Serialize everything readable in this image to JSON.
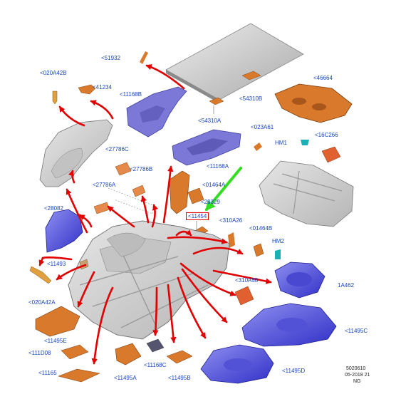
{
  "labels": {
    "l51932": "<51932",
    "l020A42B": "<020A42B",
    "l41234": "<41234",
    "l11168B": "<11168B",
    "l54310B": "<54310B",
    "l54310A": "<54310A",
    "l46664": "<46664",
    "l023A61": "<023A61",
    "lHM1": "HM1",
    "l16C266": "<16C266",
    "l27786C": "<27786C",
    "l27786B": "<27786B",
    "l27786A": "<27786A",
    "l11168A": "<11168A",
    "l01464A": "<01464A",
    "l29329": "<29329",
    "l11454": "<11454",
    "l28082": "<28082",
    "l310A26": "<310A26",
    "l01464B": "<01464B",
    "lHM2": "HM2",
    "l11493": "<11493",
    "l1A462": "1A462",
    "l310A58": "<310A58",
    "l020A42A": "<020A42A",
    "l11495E": "<11495E",
    "l11495C": "<11495C",
    "l111D08": "<111D08",
    "l11165": "<11165",
    "l11168C": "<11168C",
    "l11495A": "<11495A",
    "l11495B": "<11495B",
    "l11495D": "<11495D"
  },
  "reference": {
    "number": "5020610",
    "date": "05-2018 21",
    "code": "NG"
  },
  "colors": {
    "label_blue": "#1a47b8",
    "arrow_red": "#e00000",
    "arrow_green": "#33dd22",
    "orange_part": "#d8792c",
    "purple_part": "#7b78d8",
    "blue_part": "#3a3ad8",
    "grey_body": "#d4d4d4"
  }
}
